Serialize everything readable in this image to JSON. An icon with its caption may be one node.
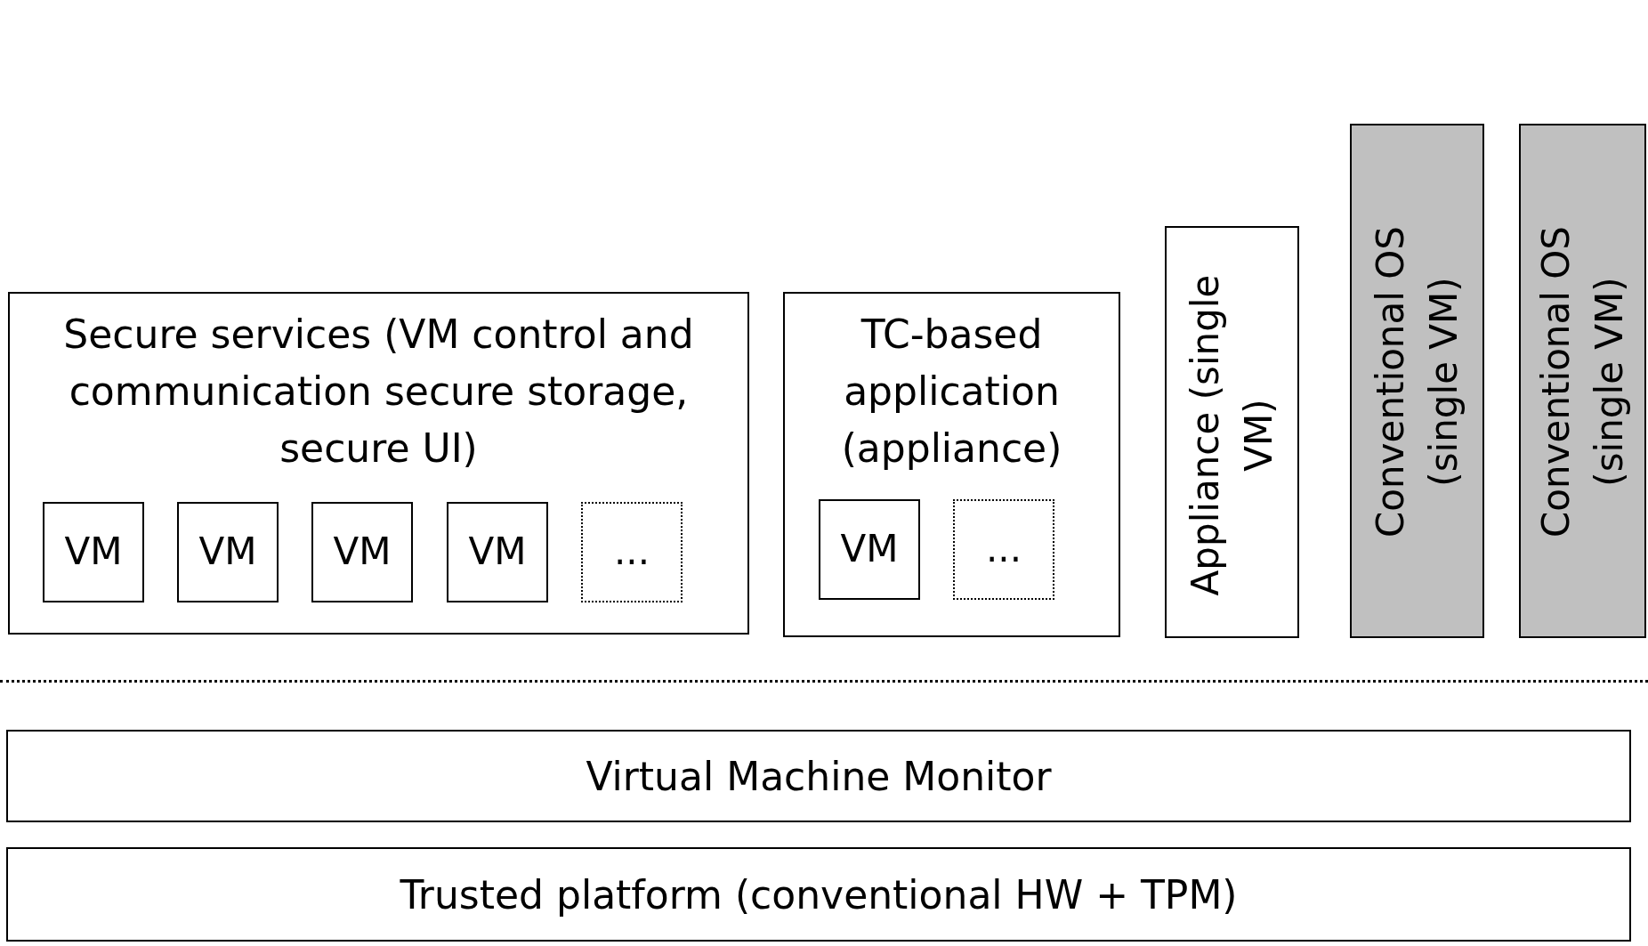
{
  "diagram": {
    "nodes": [
      {
        "text": [
          "Secure services (VM control and communication secure storage, secure UI)"
        ]
      },
      {
        "text": [
          "VM"
        ],
        "in": 0
      },
      {
        "text": [
          "VM"
        ],
        "in": 0
      },
      {
        "text": [
          "VM"
        ],
        "in": 0
      },
      {
        "text": [
          "VM"
        ],
        "in": 0
      },
      {
        "text": [
          "..."
        ],
        "in": 0
      },
      {
        "text": [
          "TC-based application (appliance)"
        ]
      },
      {
        "text": [
          "VM"
        ],
        "in": 6
      },
      {
        "text": [
          "..."
        ],
        "in": 6
      },
      {
        "text": [
          "Appliance (single VM)"
        ]
      },
      {
        "text": [
          "Conventional OS (single VM)"
        ]
      },
      {
        "text": [
          "Conventional OS (single VM)"
        ]
      },
      {
        "text": [
          "Virtual Machine Monitor"
        ]
      },
      {
        "text": [
          "Trusted platform (conventional HW + TPM)"
        ]
      }
    ],
    "edges": []
  }
}
